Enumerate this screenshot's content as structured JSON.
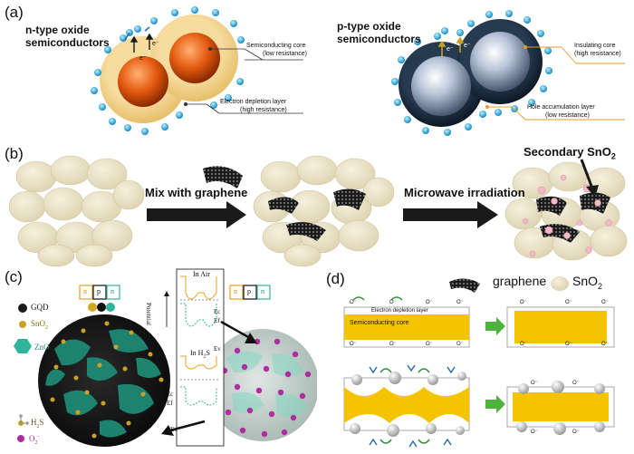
{
  "panel_a": {
    "label": "(a)",
    "n_title_line1": "n-type oxide",
    "n_title_line2": "semiconductors",
    "n_core_label": "Semiconducting core",
    "n_core_sub": "(low resistance)",
    "n_shell_label": "Electron depletion layer",
    "n_shell_sub": "(high resistance)",
    "p_title_line1": "p-type oxide",
    "p_title_line2": "semiconductors",
    "p_core_label": "Insulating core",
    "p_core_sub": "(high resistance)",
    "p_shell_label": "Hole accumulation layer",
    "p_shell_sub": "(low resistance)",
    "electron": "e⁻",
    "colors": {
      "n_core": "#e45a10",
      "n_shell": "#f7dca0",
      "p_core": "#b8c4d8",
      "p_shell": "#1b2a3a",
      "o2": "#2aa7d8"
    }
  },
  "panel_b": {
    "label": "(b)",
    "step1": "Mix with graphene",
    "step2": "Microwave irradiation",
    "secondary_label": "Secondary SnO",
    "secondary_sub": "2"
  },
  "panel_c": {
    "label": "(c)",
    "legend": {
      "gqd": "GQD",
      "sno2": "SnO",
      "sno2_sub": "2",
      "zno": "ZnO",
      "h2s": "H",
      "h2s_sub": "2",
      "h2s_tail": "S",
      "o2": "O",
      "o2_sub": "2",
      "o2_sup": "-"
    },
    "junction": [
      "n",
      "p",
      "n"
    ],
    "potential": "Potential",
    "in_air": "In Air",
    "in_h2s": "In  H",
    "in_h2s_sub": "2",
    "in_h2s_tail": "S",
    "ec": "Ec",
    "ef": "Ef",
    "ev": "Ev",
    "colors": {
      "gqd": "#1a1a1a",
      "sno2": "#c9a227",
      "zno": "#2fb59a",
      "o2": "#b02da0"
    }
  },
  "panel_d": {
    "label": "(d)",
    "graphene_label": "graphene",
    "sno2_label": "SnO",
    "sno2_sub": "2",
    "depletion": "Electron depletion layer",
    "core": "Semiconducting core",
    "o_ion": "O⁻",
    "colors": {
      "core": "#f5c400",
      "arrow": "#4db33d"
    }
  }
}
